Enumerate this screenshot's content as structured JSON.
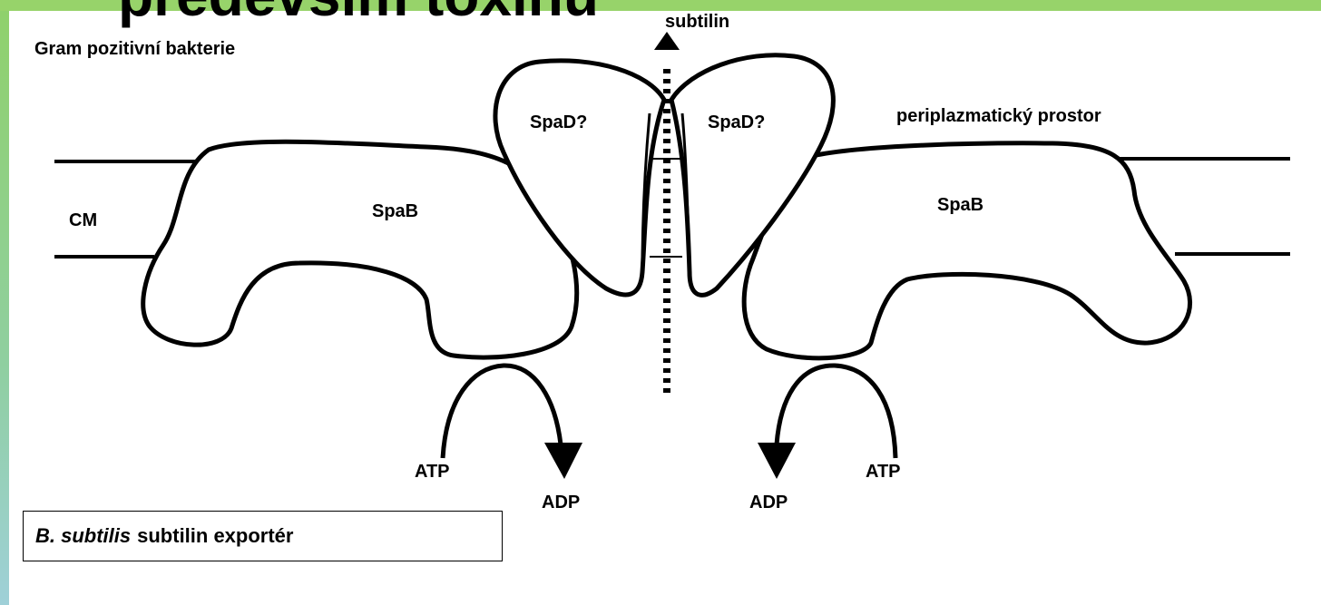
{
  "slide": {
    "title": "především toxinů"
  },
  "diagram": {
    "organism_label": "Gram pozitivní bakterie",
    "membrane_label": "CM",
    "periplasm_label": "periplazmatický prostor",
    "substrate_label": "subtilin",
    "transporter_left_label": "SpaB",
    "transporter_right_label": "SpaB",
    "accessory_left_label": "SpaD?",
    "accessory_right_label": "SpaD?",
    "energy_left": {
      "input": "ATP",
      "output": "ADP"
    },
    "energy_right": {
      "input": "ATP",
      "output": "ADP"
    }
  },
  "caption": {
    "organism": "B. subtilis",
    "text": "subtilin exportér"
  }
}
